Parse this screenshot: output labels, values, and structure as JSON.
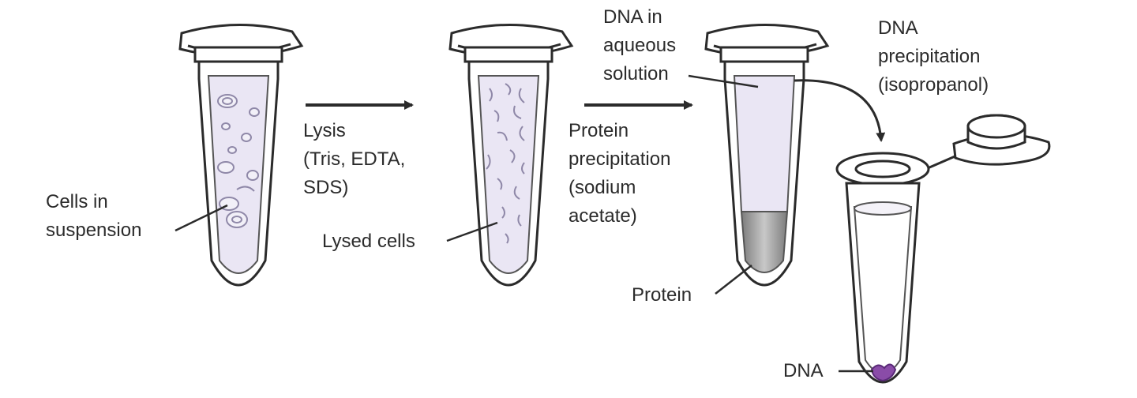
{
  "labels": {
    "cells_in_suspension": [
      "Cells in",
      "suspension"
    ],
    "lysis": [
      "Lysis",
      "(Tris, EDTA,",
      "SDS)"
    ],
    "lysed_cells": "Lysed cells",
    "protein_precipitation": [
      "Protein",
      "precipitation",
      "(sodium",
      "acetate)"
    ],
    "dna_in_aqueous": [
      "DNA in",
      "aqueous",
      "solution"
    ],
    "dna_precipitation": [
      "DNA",
      "precipitation",
      "(isopropanol)"
    ],
    "protein": "Protein",
    "dna": "DNA"
  },
  "colors": {
    "outline": "#2b2b2b",
    "liquid": "#eae6f4",
    "protein_pellet": "#9a9a9a",
    "dna_pellet": "#8a4ca8",
    "cell": "#b8b0cc"
  }
}
